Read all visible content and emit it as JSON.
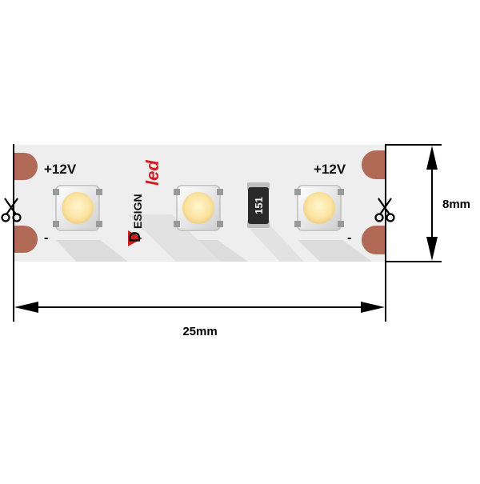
{
  "strip": {
    "left_voltage_label": "+12V",
    "right_voltage_label": "+12V",
    "left_minus_label": "-",
    "right_minus_label": "-",
    "resistor_code": "151",
    "logo_text_top": "ESIGN",
    "logo_text_bottom": "led",
    "logo_letter": "D"
  },
  "dimensions": {
    "length_label": "25mm",
    "width_label": "8mm"
  },
  "icons": {
    "cut_mark": "scissors-icon",
    "pad": "copper-pad",
    "led": "smd-led-chip"
  },
  "colors": {
    "strip_base": "#eeeeee",
    "strip_shadow": "#d9d9d9",
    "copper_pad": "#b06a55",
    "led_phosphor": "#fbe9a8",
    "resistor_body": "#2a2a2a",
    "logo_red": "#cc1f1f",
    "dimension_line": "#000000"
  }
}
